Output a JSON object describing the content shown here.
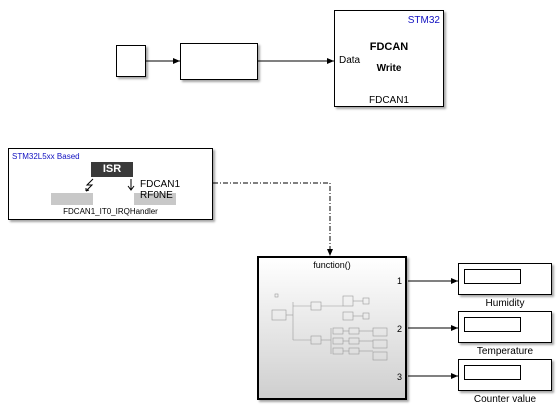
{
  "blocks": {
    "source": {},
    "subsystem": {},
    "fdcan_write": {
      "title": "FDCAN",
      "subtitle": "Write",
      "board": "STM32",
      "input_port": "Data",
      "name": "FDCAN1"
    },
    "hw_interrupt": {
      "header": "STM32L5xx Based",
      "isr_label": "ISR",
      "output_port": "FDCAN1 RF0NE",
      "name": "FDCAN1_IT0_IRQHandler"
    },
    "function_call_subsystem": {
      "trigger_label": "function()",
      "ports": [
        "1",
        "2",
        "3"
      ]
    },
    "displays": [
      {
        "name": "Humidity"
      },
      {
        "name": "Temperature"
      },
      {
        "name": "Counter value"
      }
    ]
  },
  "colors": {
    "board_label": "#1010c0",
    "isr_fill": "#3a3a3a",
    "isr_text": "#ffffff",
    "pad_gray": "#c8c8c8",
    "subsystem_gradient_start": "#ffffff",
    "subsystem_gradient_end": "#cfcfcf"
  }
}
